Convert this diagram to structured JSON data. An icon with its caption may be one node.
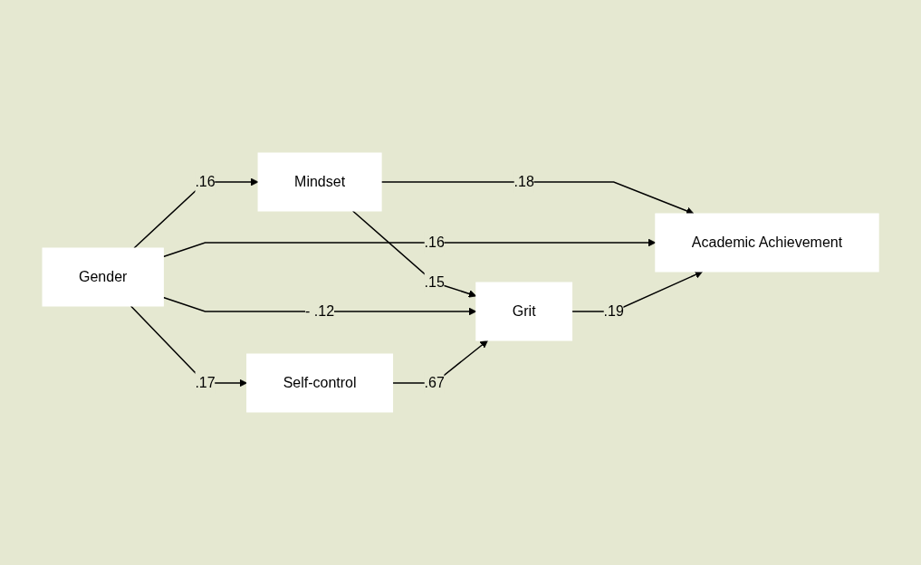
{
  "diagram": {
    "nodes": [
      {
        "text": [
          "Mindset"
        ]
      },
      {
        "text": [
          "Gender"
        ]
      },
      {
        "text": [
          "Academic Achievement"
        ]
      },
      {
        "text": [
          "Grit"
        ]
      },
      {
        "text": [
          "Self-control"
        ]
      }
    ],
    "edges": [
      {
        "from": 1,
        "to": 0,
        "arrow": "to",
        "label": ".16"
      },
      {
        "from": 0,
        "to": 2,
        "arrow": "to",
        "label": ".18"
      },
      {
        "from": 1,
        "to": 2,
        "arrow": "to",
        "label": ".16"
      },
      {
        "from": 0,
        "to": 3,
        "arrow": "to",
        "label": ".15"
      },
      {
        "from": 1,
        "to": 3,
        "arrow": "to",
        "label": "- .12"
      },
      {
        "from": 3,
        "to": 2,
        "arrow": "to",
        "label": ".19"
      },
      {
        "from": 1,
        "to": 4,
        "arrow": "to",
        "label": ".17"
      },
      {
        "from": 4,
        "to": 3,
        "arrow": "to",
        "label": ".67"
      }
    ]
  }
}
